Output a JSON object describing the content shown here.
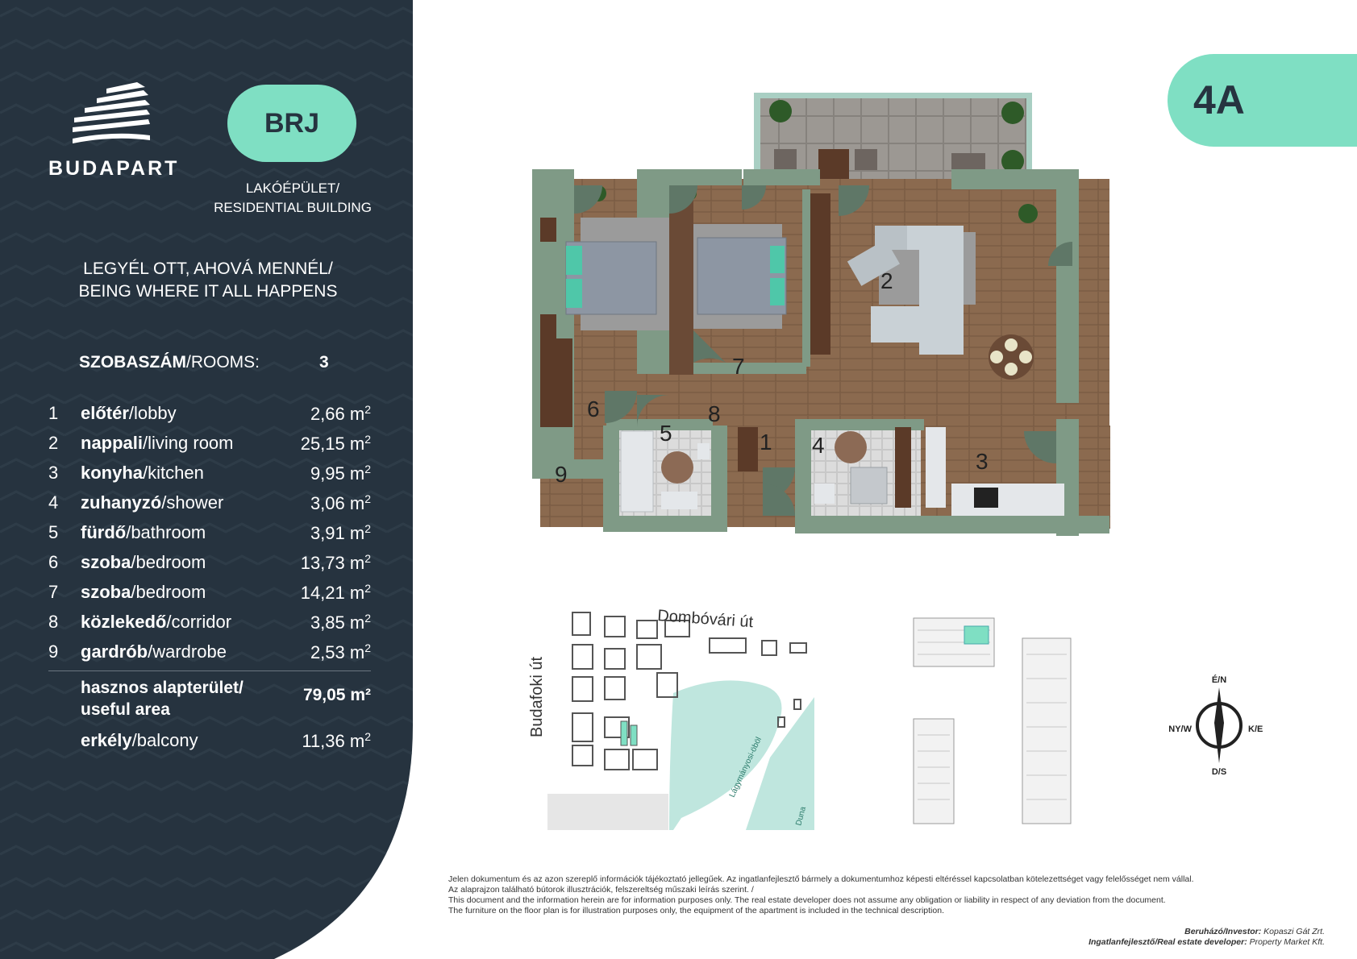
{
  "brand": {
    "name": "BUDAPART",
    "code": "BRJ",
    "building_type_hu": "LAKÓÉPÜLET/",
    "building_type_en": "RESIDENTIAL BUILDING"
  },
  "tagline": {
    "line1": "LEGYÉL OTT, AHOVÁ MENNÉL/",
    "line2": "BEING WHERE IT ALL HAPPENS"
  },
  "rooms": {
    "label_bold": "SZOBASZÁM",
    "label_rest": "/ROOMS:",
    "count": "3",
    "items": [
      {
        "num": "1",
        "name_hu": "előtér",
        "name_en": "/lobby",
        "area": "2,66 m",
        "unit_sup": "2"
      },
      {
        "num": "2",
        "name_hu": "nappali",
        "name_en": "/living room",
        "area": "25,15 m",
        "unit_sup": "2"
      },
      {
        "num": "3",
        "name_hu": "konyha",
        "name_en": "/kitchen",
        "area": "9,95 m",
        "unit_sup": "2"
      },
      {
        "num": "4",
        "name_hu": "zuhanyzó",
        "name_en": "/shower",
        "area": "3,06 m",
        "unit_sup": "2"
      },
      {
        "num": "5",
        "name_hu": "fürdő",
        "name_en": "/bathroom",
        "area": "3,91 m",
        "unit_sup": "2"
      },
      {
        "num": "6",
        "name_hu": "szoba",
        "name_en": "/bedroom",
        "area": "13,73 m",
        "unit_sup": "2"
      },
      {
        "num": "7",
        "name_hu": "szoba",
        "name_en": "/bedroom",
        "area": "14,21 m",
        "unit_sup": "2"
      },
      {
        "num": "8",
        "name_hu": "közlekedő",
        "name_en": "/corridor",
        "area": "3,85 m",
        "unit_sup": "2"
      },
      {
        "num": "9",
        "name_hu": "gardrób",
        "name_en": "/wardrobe",
        "area": "2,53 m",
        "unit_sup": "2"
      }
    ],
    "useful_label_1": "hasznos alapterület/",
    "useful_label_2": "useful area",
    "useful_area": "79,05 m²",
    "balcony_hu": "erkély",
    "balcony_en": "/balcony",
    "balcony_area": "11,36 m",
    "balcony_sup": "2"
  },
  "apartment": {
    "id": "4A"
  },
  "plan_labels": [
    "1",
    "2",
    "3",
    "4",
    "5",
    "6",
    "7",
    "8",
    "9"
  ],
  "map": {
    "street_top": "Dombóvári út",
    "street_left": "Budafoki út",
    "water": "Lágymányosi-öböl",
    "river": "Duna"
  },
  "compass": {
    "n": "É/N",
    "s": "D/S",
    "w": "NY/W",
    "e": "K/E"
  },
  "disclaimer": {
    "line1": "Jelen dokumentum és az azon szereplő információk tájékoztató jellegűek. Az ingatlanfejlesztő bármely a dokumentumhoz képesti eltéréssel kapcsolatban kötelezettséget vagy felelősséget nem vállal.",
    "line2": "Az alaprajzon található bútorok illusztrációk, felszereltség műszaki leírás szerint. /",
    "line3": "This document and the information herein are for information purposes only. The real estate developer does not assume any obligation or liability in respect of any deviation from the document.",
    "line4": "The furniture on the floor plan is for illustration purposes only, the equipment of the apartment is included in the technical description."
  },
  "credits": {
    "investor_label": "Beruházó/Investor:",
    "investor": " Kopaszi Gát Zrt.",
    "developer_label": "Ingatlanfejlesztő/Real estate developer:",
    "developer": " Property Market Kft."
  },
  "colors": {
    "panel": "#26333f",
    "accent": "#7fdfc3",
    "wall": "#7f9a86",
    "floor": "#8a6a4f"
  }
}
